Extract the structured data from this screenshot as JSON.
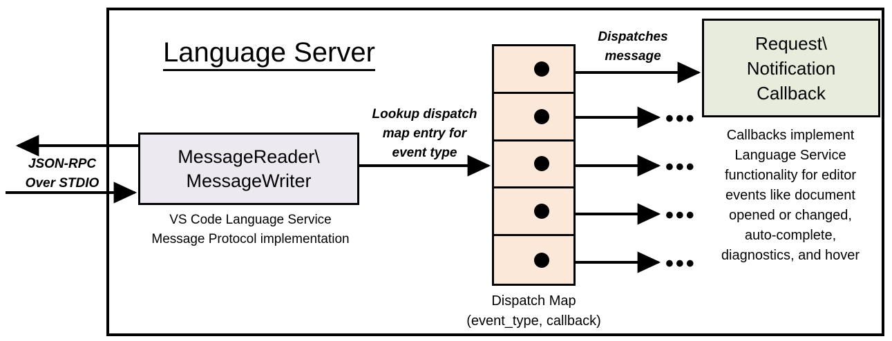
{
  "diagram": {
    "title": "Language Server",
    "container_label": "language-server-boundary"
  },
  "io": {
    "protocol_label_line1": "JSON-RPC",
    "protocol_label_line2": "Over STDIO"
  },
  "message_component": {
    "title_line1": "MessageReader\\",
    "title_line2": "MessageWriter",
    "caption_line1": "VS Code Language Service",
    "caption_line2": "Message Protocol implementation",
    "fill_color": "#ece9f1"
  },
  "lookup": {
    "line1": "Lookup dispatch",
    "line2": "map entry for",
    "line3": "event type"
  },
  "dispatch_map": {
    "caption_line1": "Dispatch Map",
    "caption_line2": "(event_type, callback)",
    "fill_color": "#fce8d9",
    "rows": [
      {
        "id": "row-1",
        "marker": "entry-dot"
      },
      {
        "id": "row-2",
        "marker": "entry-dot"
      },
      {
        "id": "row-3",
        "marker": "entry-dot"
      },
      {
        "id": "row-4",
        "marker": "entry-dot"
      },
      {
        "id": "row-5",
        "marker": "entry-dot"
      }
    ]
  },
  "dispatch_edge": {
    "line1": "Dispatches",
    "line2": "message"
  },
  "callback": {
    "title_line1": "Request\\",
    "title_line2": "Notification",
    "title_line3": "Callback",
    "fill_color": "#e7ecdd",
    "caption_line1": "Callbacks implement",
    "caption_line2": "Language Service",
    "caption_line3": "functionality for editor",
    "caption_line4": "events like document",
    "caption_line5": "opened or changed,",
    "caption_line6": "auto-complete,",
    "caption_line7": "diagnostics, and hover"
  },
  "ellipses": {
    "more_2": "•••",
    "more_3": "•••",
    "more_4": "•••",
    "more_5": "•••"
  },
  "colors": {
    "stroke": "#000000",
    "background": "#ffffff"
  }
}
